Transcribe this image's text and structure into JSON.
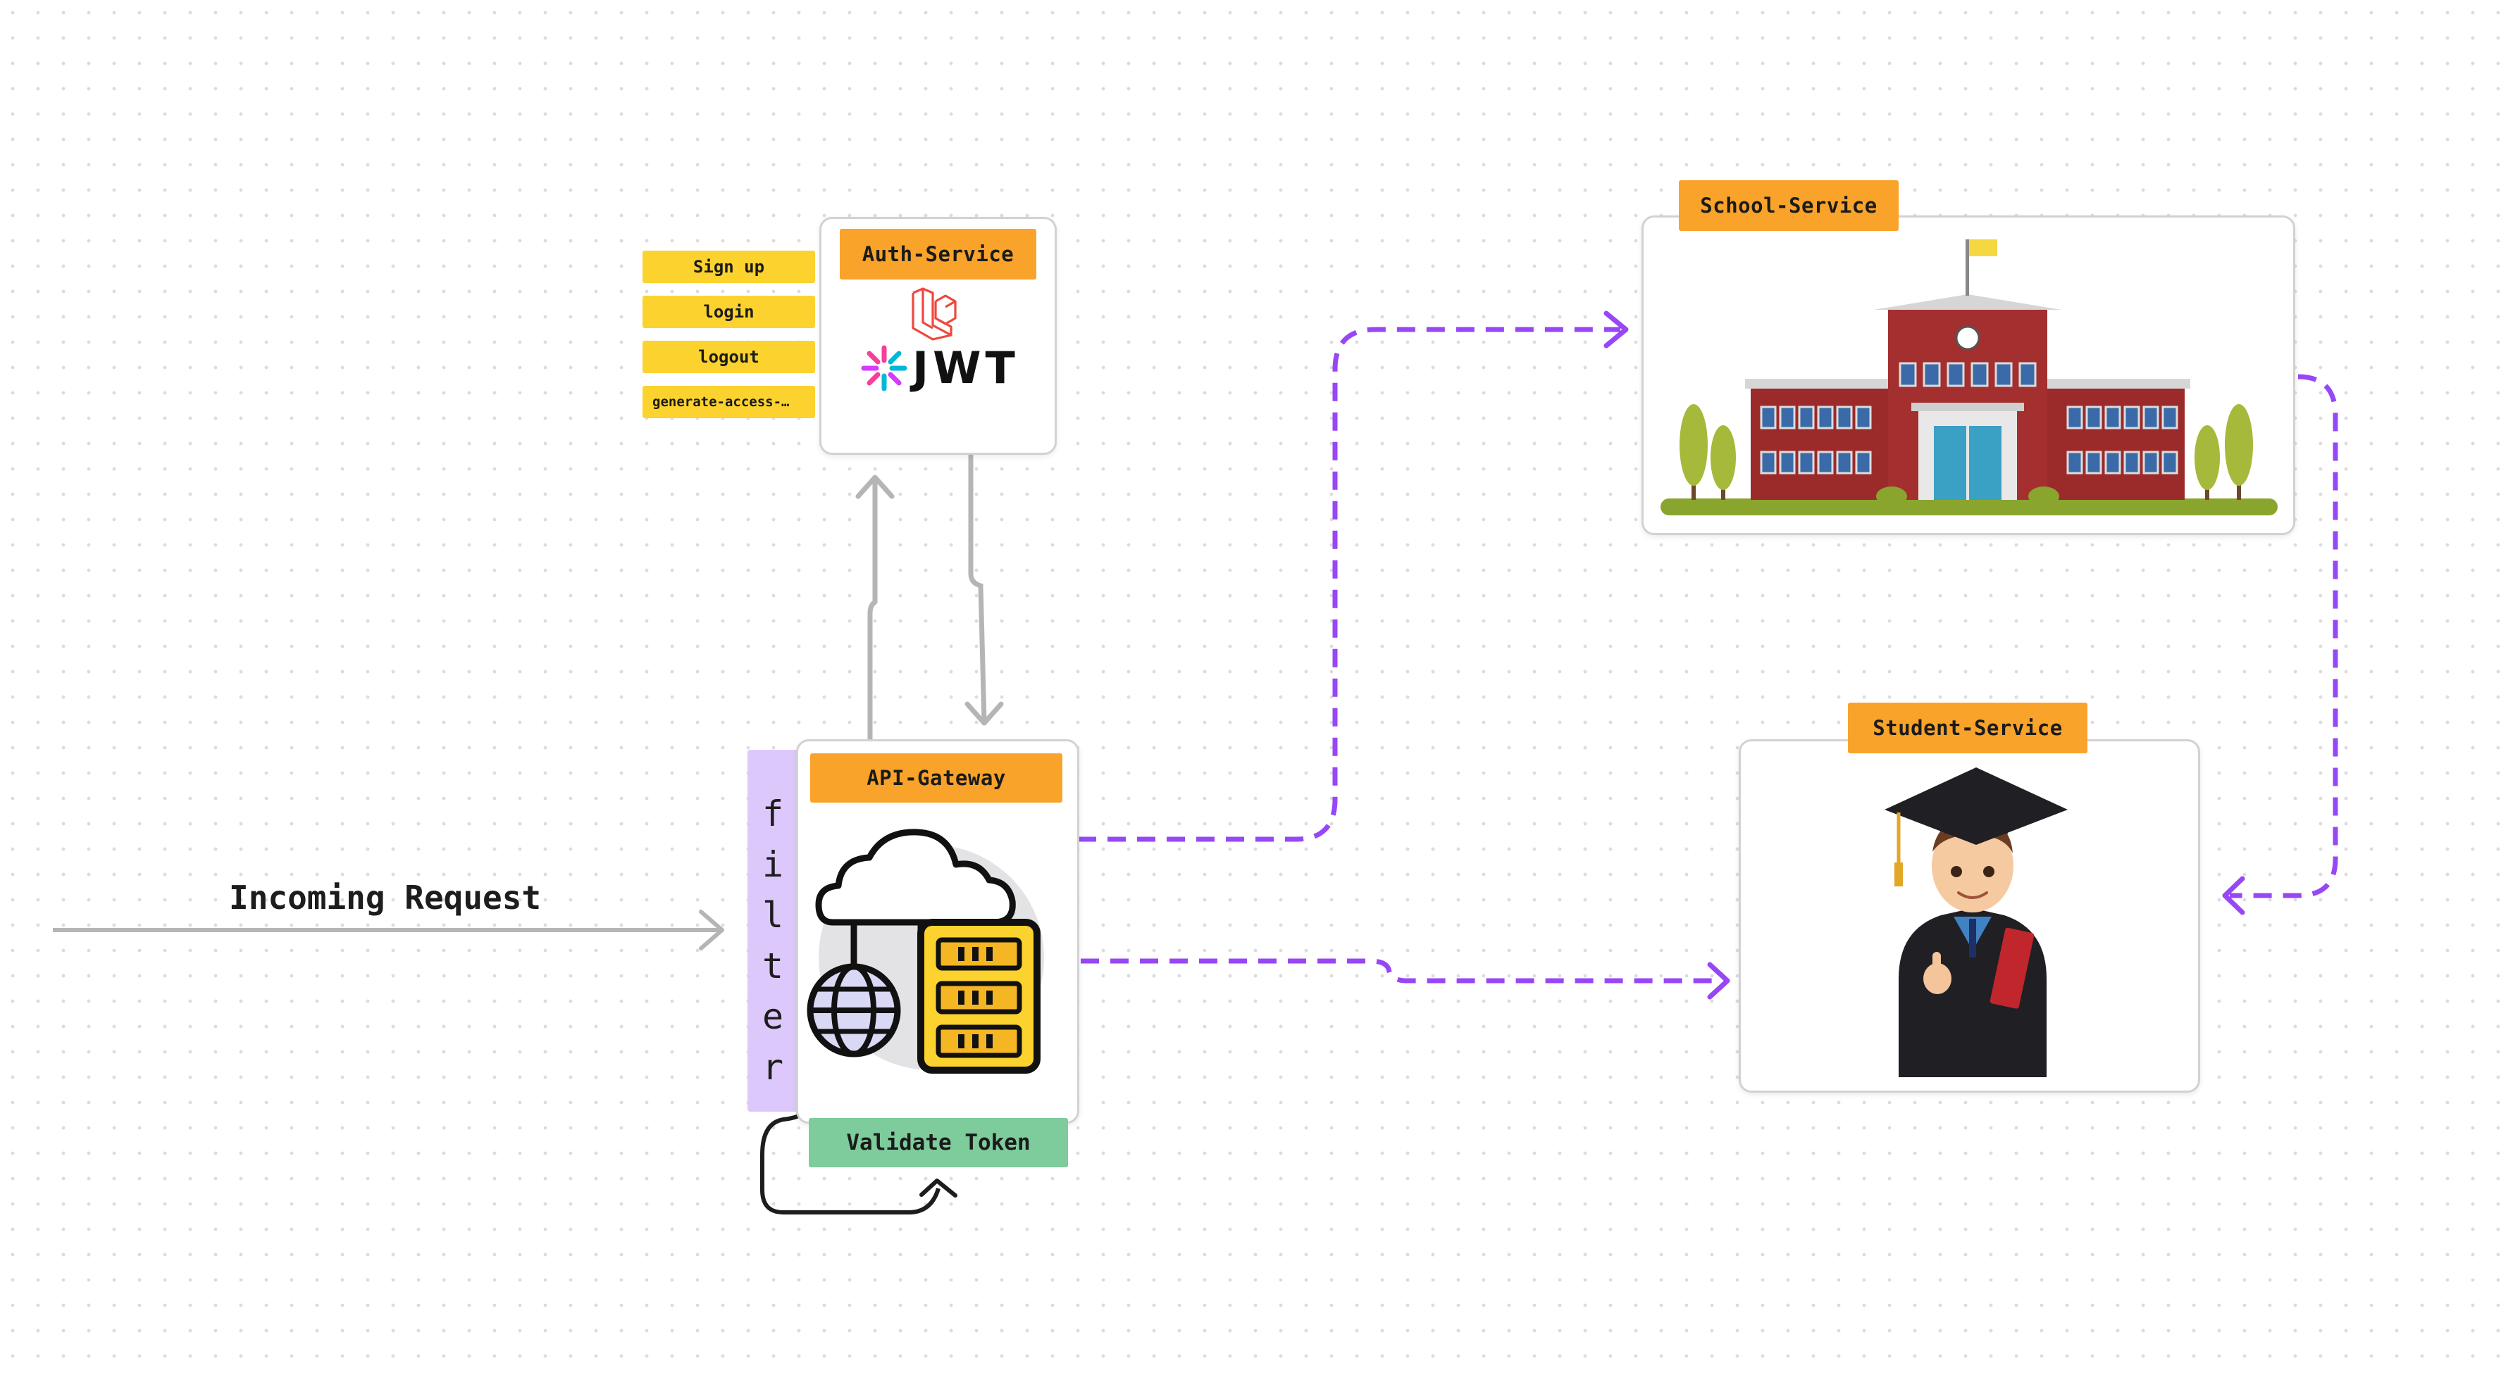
{
  "incoming_request": {
    "label": "Incoming Request"
  },
  "auth_service": {
    "title": "Auth-Service",
    "logo_text": "JWT",
    "endpoints": [
      "Sign up",
      "login",
      "logout",
      "generate-access-…"
    ]
  },
  "api_gateway": {
    "title": "API-Gateway"
  },
  "filter": {
    "letters": [
      "f",
      "i",
      "l",
      "t",
      "e",
      "r"
    ]
  },
  "validate_token": {
    "label": "Validate Token"
  },
  "school_service": {
    "title": "School-Service"
  },
  "student_service": {
    "title": "Student-Service"
  },
  "colors": {
    "service_tag": "#f9a32b",
    "endpoint_pill": "#fcd22e",
    "filter_bar": "#dcc8fa",
    "validate_tag": "#7ecb9c",
    "dashed_arrow": "#9747f5",
    "gray_arrow": "#b5b5b5"
  }
}
